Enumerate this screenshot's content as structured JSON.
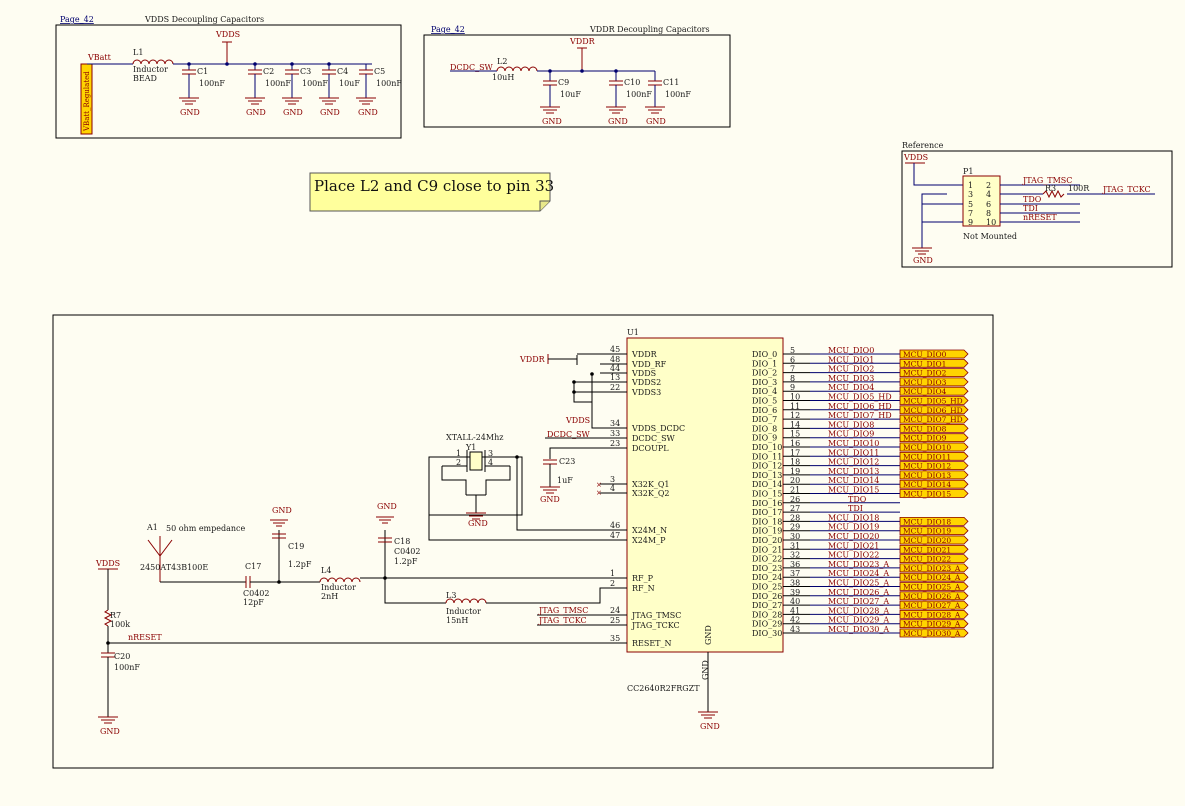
{
  "sheet": {
    "background": "#fefdf2",
    "wire_color": "#00006e",
    "net_label_color": "#8a0000",
    "port_fill": "#ffd400",
    "note_fill": "#ffff9c"
  },
  "vdds_box": {
    "page_ref": "Page_42",
    "title": "VDDS Decoupling Capacitors",
    "vbatt": "VBatt",
    "vbatt_port": "VBatt_Regulated",
    "vdds": "VDDS",
    "l1": {
      "ref": "L1",
      "type": "Inductor",
      "value": "BEAD"
    },
    "caps": [
      {
        "ref": "C1",
        "value": "100nF"
      },
      {
        "ref": "C2",
        "value": "100nF"
      },
      {
        "ref": "C3",
        "value": "100nF"
      },
      {
        "ref": "C4",
        "value": "10uF"
      },
      {
        "ref": "C5",
        "value": "100nF"
      }
    ],
    "gnd": "GND"
  },
  "vddr_box": {
    "page_ref": "Page_42",
    "title": "VDDR Decoupling Capacitors",
    "vddr": "VDDR",
    "dcdc": "DCDC_SW",
    "l2": {
      "ref": "L2",
      "value": "10uH"
    },
    "caps": [
      {
        "ref": "C9",
        "value": "10uF"
      },
      {
        "ref": "C10",
        "value": "100nF"
      },
      {
        "ref": "C11",
        "value": "100nF"
      }
    ],
    "gnd": "GND"
  },
  "note": {
    "text": "Place L2 and C9 close to pin 33"
  },
  "reference_box": {
    "title": "Reference",
    "vdds": "VDDS",
    "ref": "P1",
    "pins_left": [
      "1",
      "3",
      "5",
      "7",
      "9"
    ],
    "pins_right": [
      "2",
      "4",
      "6",
      "8",
      "10"
    ],
    "mount": "Not Mounted",
    "nets": [
      "JTAG_TMSC",
      "TDO",
      "TDI",
      "nRESET"
    ],
    "r3": {
      "ref": "R3",
      "value": "100R"
    },
    "tckc": "JTAG_TCKC",
    "gnd": "GND"
  },
  "main_box": {
    "u1": {
      "ref": "U1",
      "part": "CC2640R2FRGZT",
      "left_pins": [
        {
          "num": "45",
          "name": "VDDR"
        },
        {
          "num": "48",
          "name": "VDD_RF"
        },
        {
          "num": "44",
          "name": "VDDS"
        },
        {
          "num": "13",
          "name": "VDDS2"
        },
        {
          "num": "22",
          "name": "VDDS3"
        },
        {
          "num": "34",
          "name": "VDDS_DCDC"
        },
        {
          "num": "33",
          "name": "DCDC_SW"
        },
        {
          "num": "23",
          "name": "DCOUPL"
        },
        {
          "num": "3",
          "name": "X32K_Q1"
        },
        {
          "num": "4",
          "name": "X32K_Q2"
        },
        {
          "num": "46",
          "name": "X24M_N"
        },
        {
          "num": "47",
          "name": "X24M_P"
        },
        {
          "num": "1",
          "name": "RF_P"
        },
        {
          "num": "2",
          "name": "RF_N"
        },
        {
          "num": "24",
          "name": "JTAG_TMSC"
        },
        {
          "num": "25",
          "name": "JTAG_TCKC"
        },
        {
          "num": "35",
          "name": "RESET_N"
        }
      ],
      "gnd_pin": "GND",
      "right_pins": [
        {
          "num": "5",
          "name": "DIO_0",
          "net": "MCU_DIO0",
          "port": "MCU_DIO0"
        },
        {
          "num": "6",
          "name": "DIO_1",
          "net": "MCU_DIO1",
          "port": "MCU_DIO1"
        },
        {
          "num": "7",
          "name": "DIO_2",
          "net": "MCU_DIO2",
          "port": "MCU_DIO2"
        },
        {
          "num": "8",
          "name": "DIO_3",
          "net": "MCU_DIO3",
          "port": "MCU_DIO3"
        },
        {
          "num": "9",
          "name": "DIO_4",
          "net": "MCU_DIO4",
          "port": "MCU_DIO4"
        },
        {
          "num": "10",
          "name": "DIO_5",
          "net": "MCU_DIO5_HD",
          "port": "MCU_DIO5_HD"
        },
        {
          "num": "11",
          "name": "DIO_6",
          "net": "MCU_DIO6_HD",
          "port": "MCU_DIO6_HD"
        },
        {
          "num": "12",
          "name": "DIO_7",
          "net": "MCU_DIO7_HD",
          "port": "MCU_DIO7_HD"
        },
        {
          "num": "14",
          "name": "DIO_8",
          "net": "MCU_DIO8",
          "port": "MCU_DIO8"
        },
        {
          "num": "15",
          "name": "DIO_9",
          "net": "MCU_DIO9",
          "port": "MCU_DIO9"
        },
        {
          "num": "16",
          "name": "DIO_10",
          "net": "MCU_DIO10",
          "port": "MCU_DIO10"
        },
        {
          "num": "17",
          "name": "DIO_11",
          "net": "MCU_DIO11",
          "port": "MCU_DIO11"
        },
        {
          "num": "18",
          "name": "DIO_12",
          "net": "MCU_DIO12",
          "port": "MCU_DIO12"
        },
        {
          "num": "19",
          "name": "DIO_13",
          "net": "MCU_DIO13",
          "port": "MCU_DIO13"
        },
        {
          "num": "20",
          "name": "DIO_14",
          "net": "MCU_DIO14",
          "port": "MCU_DIO14"
        },
        {
          "num": "21",
          "name": "DIO_15",
          "net": "MCU_DIO15",
          "port": "MCU_DIO15"
        },
        {
          "num": "26",
          "name": "DIO_16",
          "net": "TDO",
          "port": ""
        },
        {
          "num": "27",
          "name": "DIO_17",
          "net": "TDI",
          "port": ""
        },
        {
          "num": "28",
          "name": "DIO_18",
          "net": "MCU_DIO18",
          "port": "MCU_DIO18"
        },
        {
          "num": "29",
          "name": "DIO_19",
          "net": "MCU_DIO19",
          "port": "MCU_DIO19"
        },
        {
          "num": "30",
          "name": "DIO_20",
          "net": "MCU_DIO20",
          "port": "MCU_DIO20"
        },
        {
          "num": "31",
          "name": "DIO_21",
          "net": "MCU_DIO21",
          "port": "MCU_DIO21"
        },
        {
          "num": "32",
          "name": "DIO_22",
          "net": "MCU_DIO22",
          "port": "MCU_DIO22"
        },
        {
          "num": "36",
          "name": "DIO_23",
          "net": "MCU_DIO23_A",
          "port": "MCU_DIO23_A"
        },
        {
          "num": "37",
          "name": "DIO_24",
          "net": "MCU_DIO24_A",
          "port": "MCU_DIO24_A"
        },
        {
          "num": "38",
          "name": "DIO_25",
          "net": "MCU_DIO25_A",
          "port": "MCU_DIO25_A"
        },
        {
          "num": "39",
          "name": "DIO_26",
          "net": "MCU_DIO26_A",
          "port": "MCU_DIO26_A"
        },
        {
          "num": "40",
          "name": "DIO_27",
          "net": "MCU_DIO27_A",
          "port": "MCU_DIO27_A"
        },
        {
          "num": "41",
          "name": "DIO_28",
          "net": "MCU_DIO28_A",
          "port": "MCU_DIO28_A"
        },
        {
          "num": "42",
          "name": "DIO_29",
          "net": "MCU_DIO29_A",
          "port": "MCU_DIO29_A"
        },
        {
          "num": "43",
          "name": "DIO_30",
          "net": "MCU_DIO30_A",
          "port": "MCU_DIO30_A"
        }
      ]
    },
    "vddr_label": "VDDR",
    "vdds_label": "VDDS",
    "dcdc_label": "DCDC_SW",
    "c23": {
      "ref": "C23",
      "value": "1uF"
    },
    "xtal": {
      "name": "XTALL-24Mhz",
      "ref": "Y1",
      "pins": [
        "1",
        "2",
        "3",
        "4"
      ]
    },
    "antenna": {
      "ref": "A1",
      "note": "50 ohm empedance",
      "part": "2450AT43B100E"
    },
    "c17": {
      "ref": "C17",
      "package": "C0402",
      "value": "12pF"
    },
    "c19": {
      "ref": "C19",
      "value": "1.2pF"
    },
    "c18": {
      "ref": "C18",
      "package": "C0402",
      "value": "1.2pF"
    },
    "l4": {
      "ref": "L4",
      "type": "Inductor",
      "value": "2nH"
    },
    "l3": {
      "ref": "L3",
      "type": "Inductor",
      "value": "15nH"
    },
    "r7": {
      "ref": "R7",
      "value": "100k"
    },
    "c20": {
      "ref": "C20",
      "value": "100nF"
    },
    "vdds_left": "VDDS",
    "nreset": "nRESET",
    "jtag_tmsc": "JTAG_TMSC",
    "jtag_tckc": "JTAG_TCKC",
    "gnd": "GND"
  }
}
